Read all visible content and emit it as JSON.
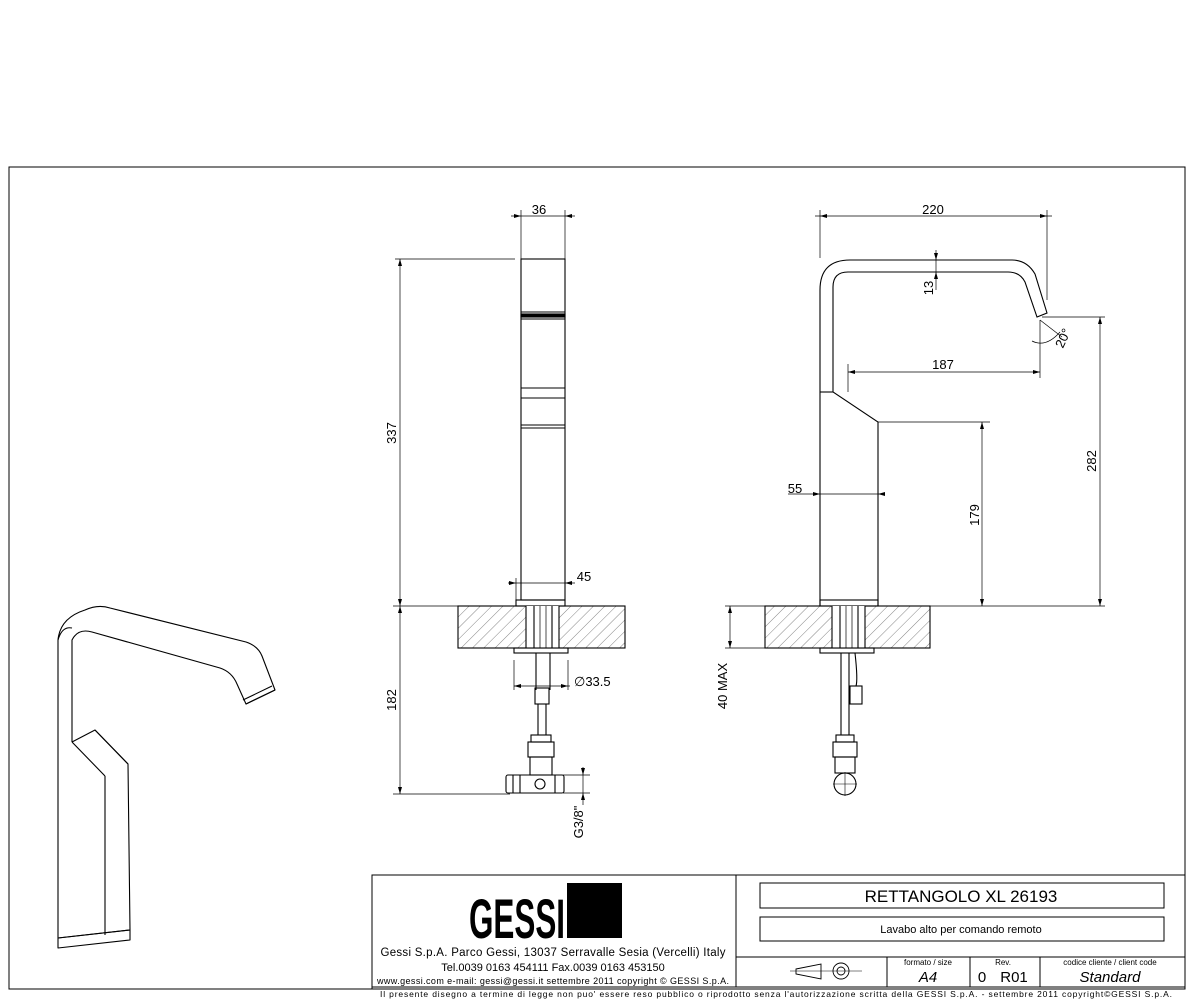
{
  "drawing": {
    "dims": {
      "d36": "36",
      "d337": "337",
      "d45": "45",
      "d182": "182",
      "d335": "∅33.5",
      "dg38": "G3/8\"",
      "d220": "220",
      "d13": "13",
      "d20": "20°",
      "d187": "187",
      "d55": "55",
      "d179": "179",
      "d282": "282",
      "d40max": "40 MAX"
    }
  },
  "title_block": {
    "logo": "GESSI",
    "company": "Gessi S.p.A. Parco Gessi, 13037 Serravalle Sesia (Vercelli) Italy",
    "tel_fax": "Tel.0039 0163 454111 Fax.0039 0163 453150",
    "web_email": "www.gessi.com e-mail: gessi@gessi.it settembre 2011 copyright © GESSI S.p.A.",
    "product_title": "RETTANGOLO XL 26193",
    "product_subtitle": "Lavabo alto per comando remoto",
    "format_label": "formato / size",
    "format_value": "A4",
    "sheet_value": "0",
    "rev_label": "Rev.",
    "rev_value": "R01",
    "client_label": "codice cliente / client code",
    "client_value": "Standard",
    "legal": "Il presente disegno a termine di legge non puo' essere reso pubblico o riprodotto senza l'autorizzazione scritta della GESSI S.p.A. - settembre 2011 copyright©GESSI S.p.A."
  }
}
